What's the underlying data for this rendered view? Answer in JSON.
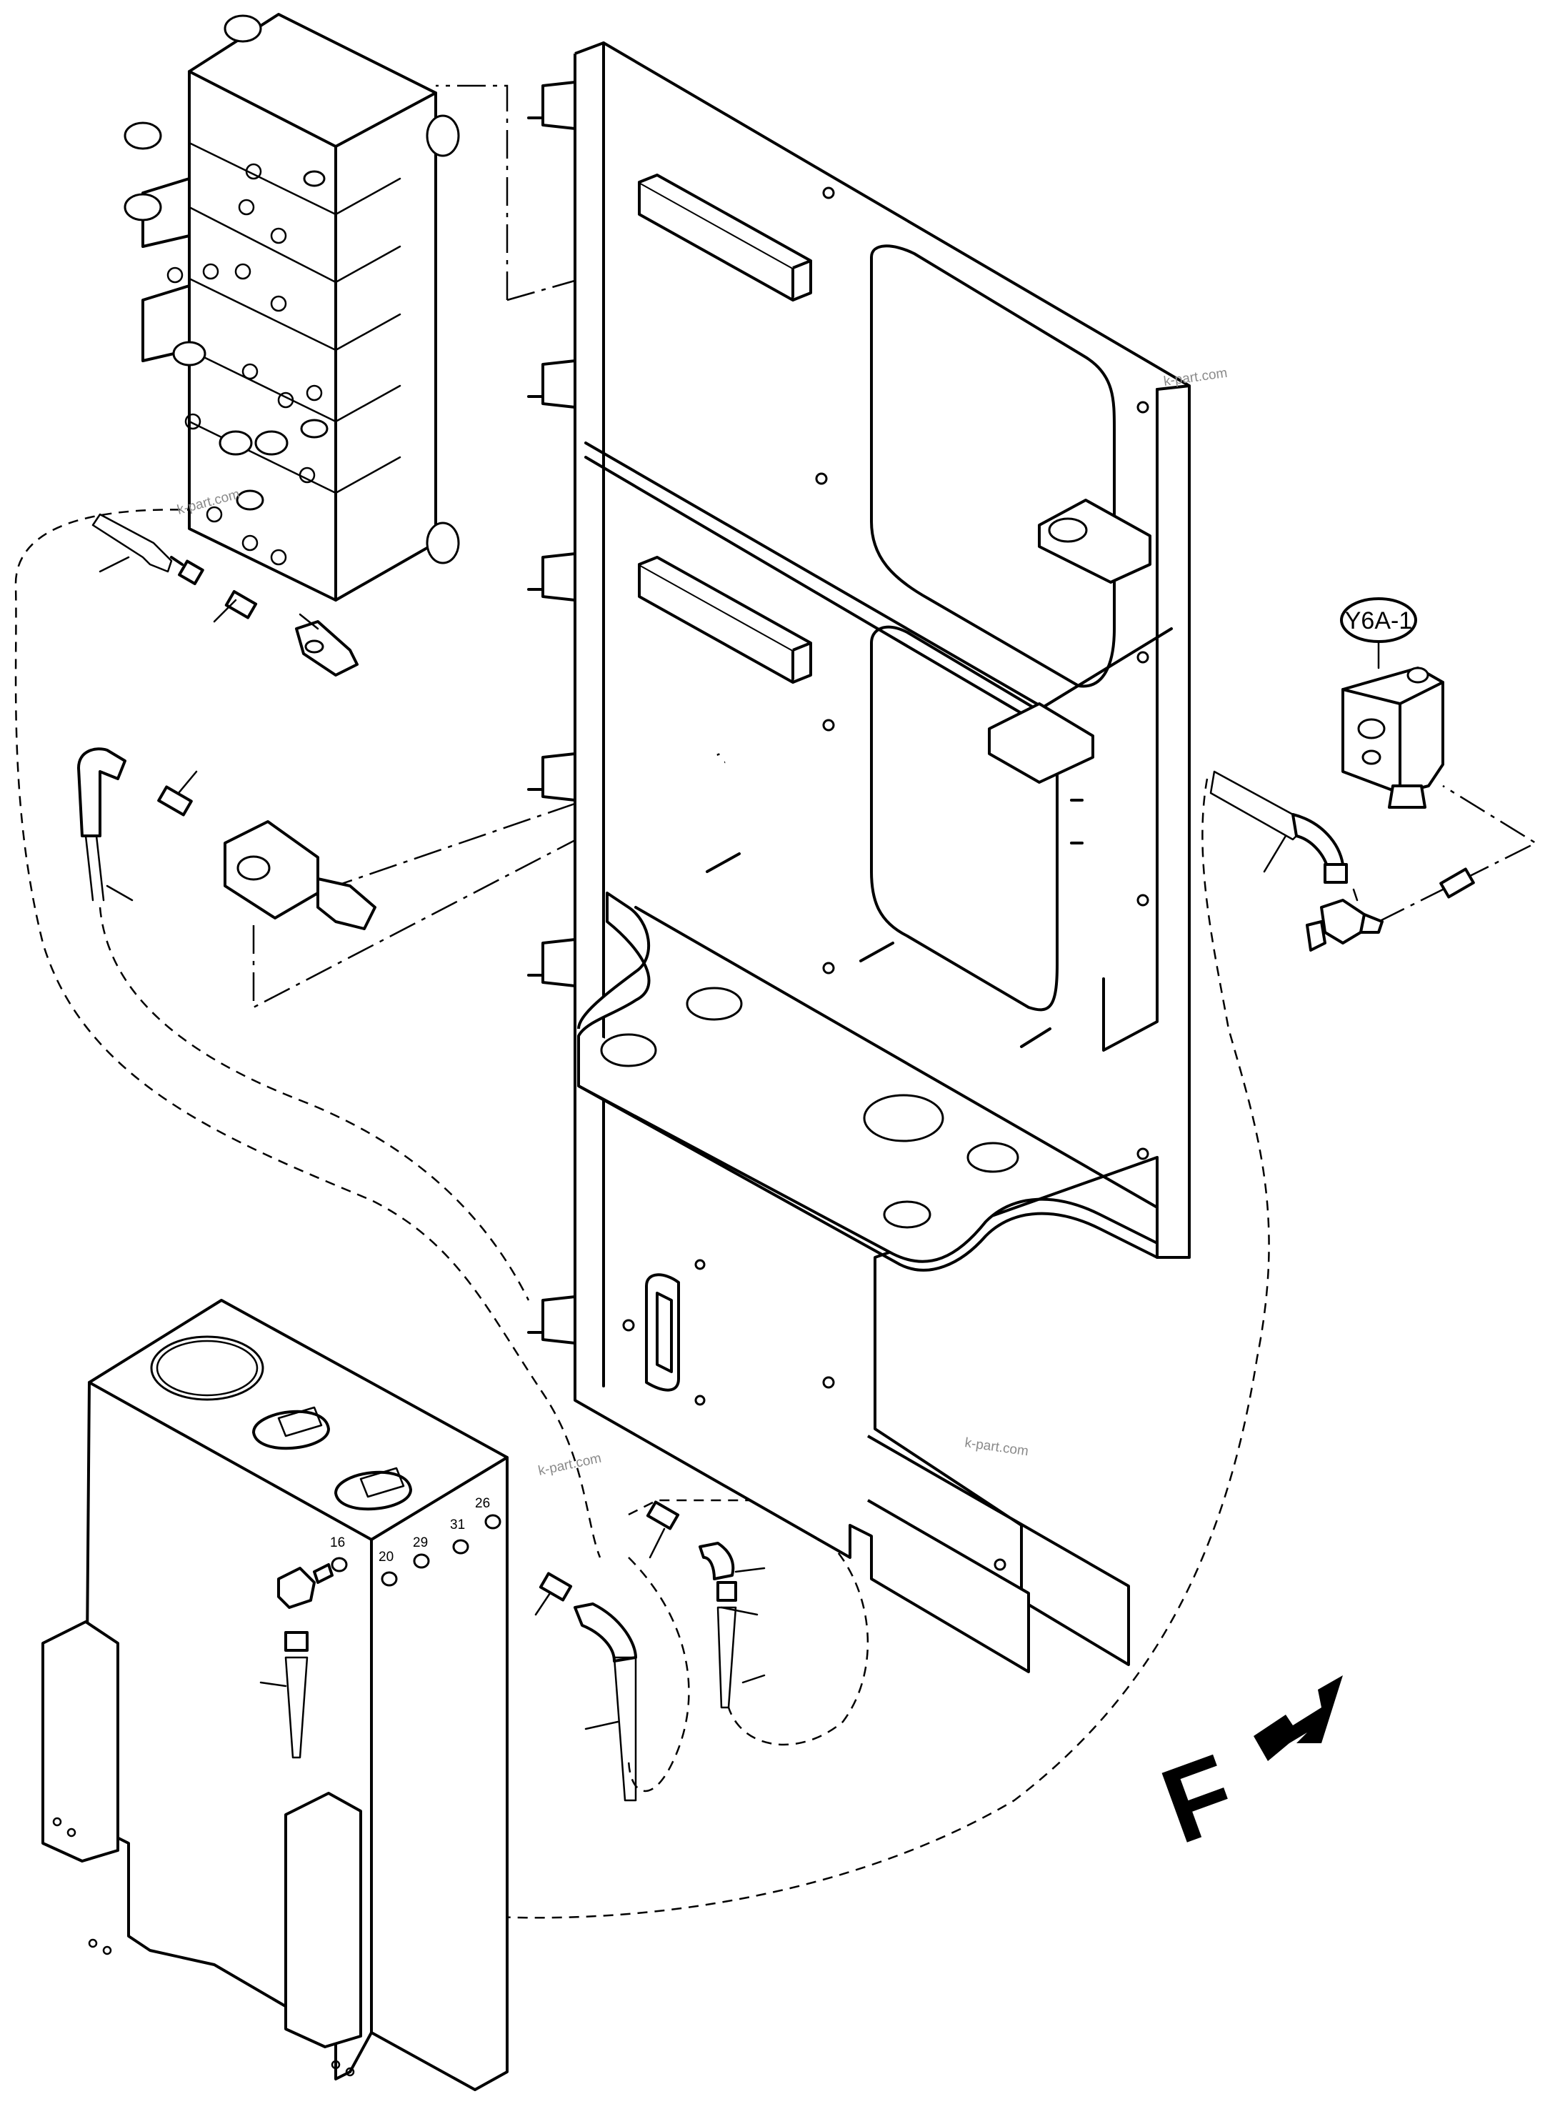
{
  "callout": {
    "label": "Y6A-1"
  },
  "direction_marker": {
    "letter": "F"
  },
  "tank_ports": [
    "16",
    "20",
    "29",
    "31",
    "26"
  ],
  "watermarks": [
    "k-part.com",
    "k-part.com",
    "k-part.com",
    "k-part.com"
  ]
}
